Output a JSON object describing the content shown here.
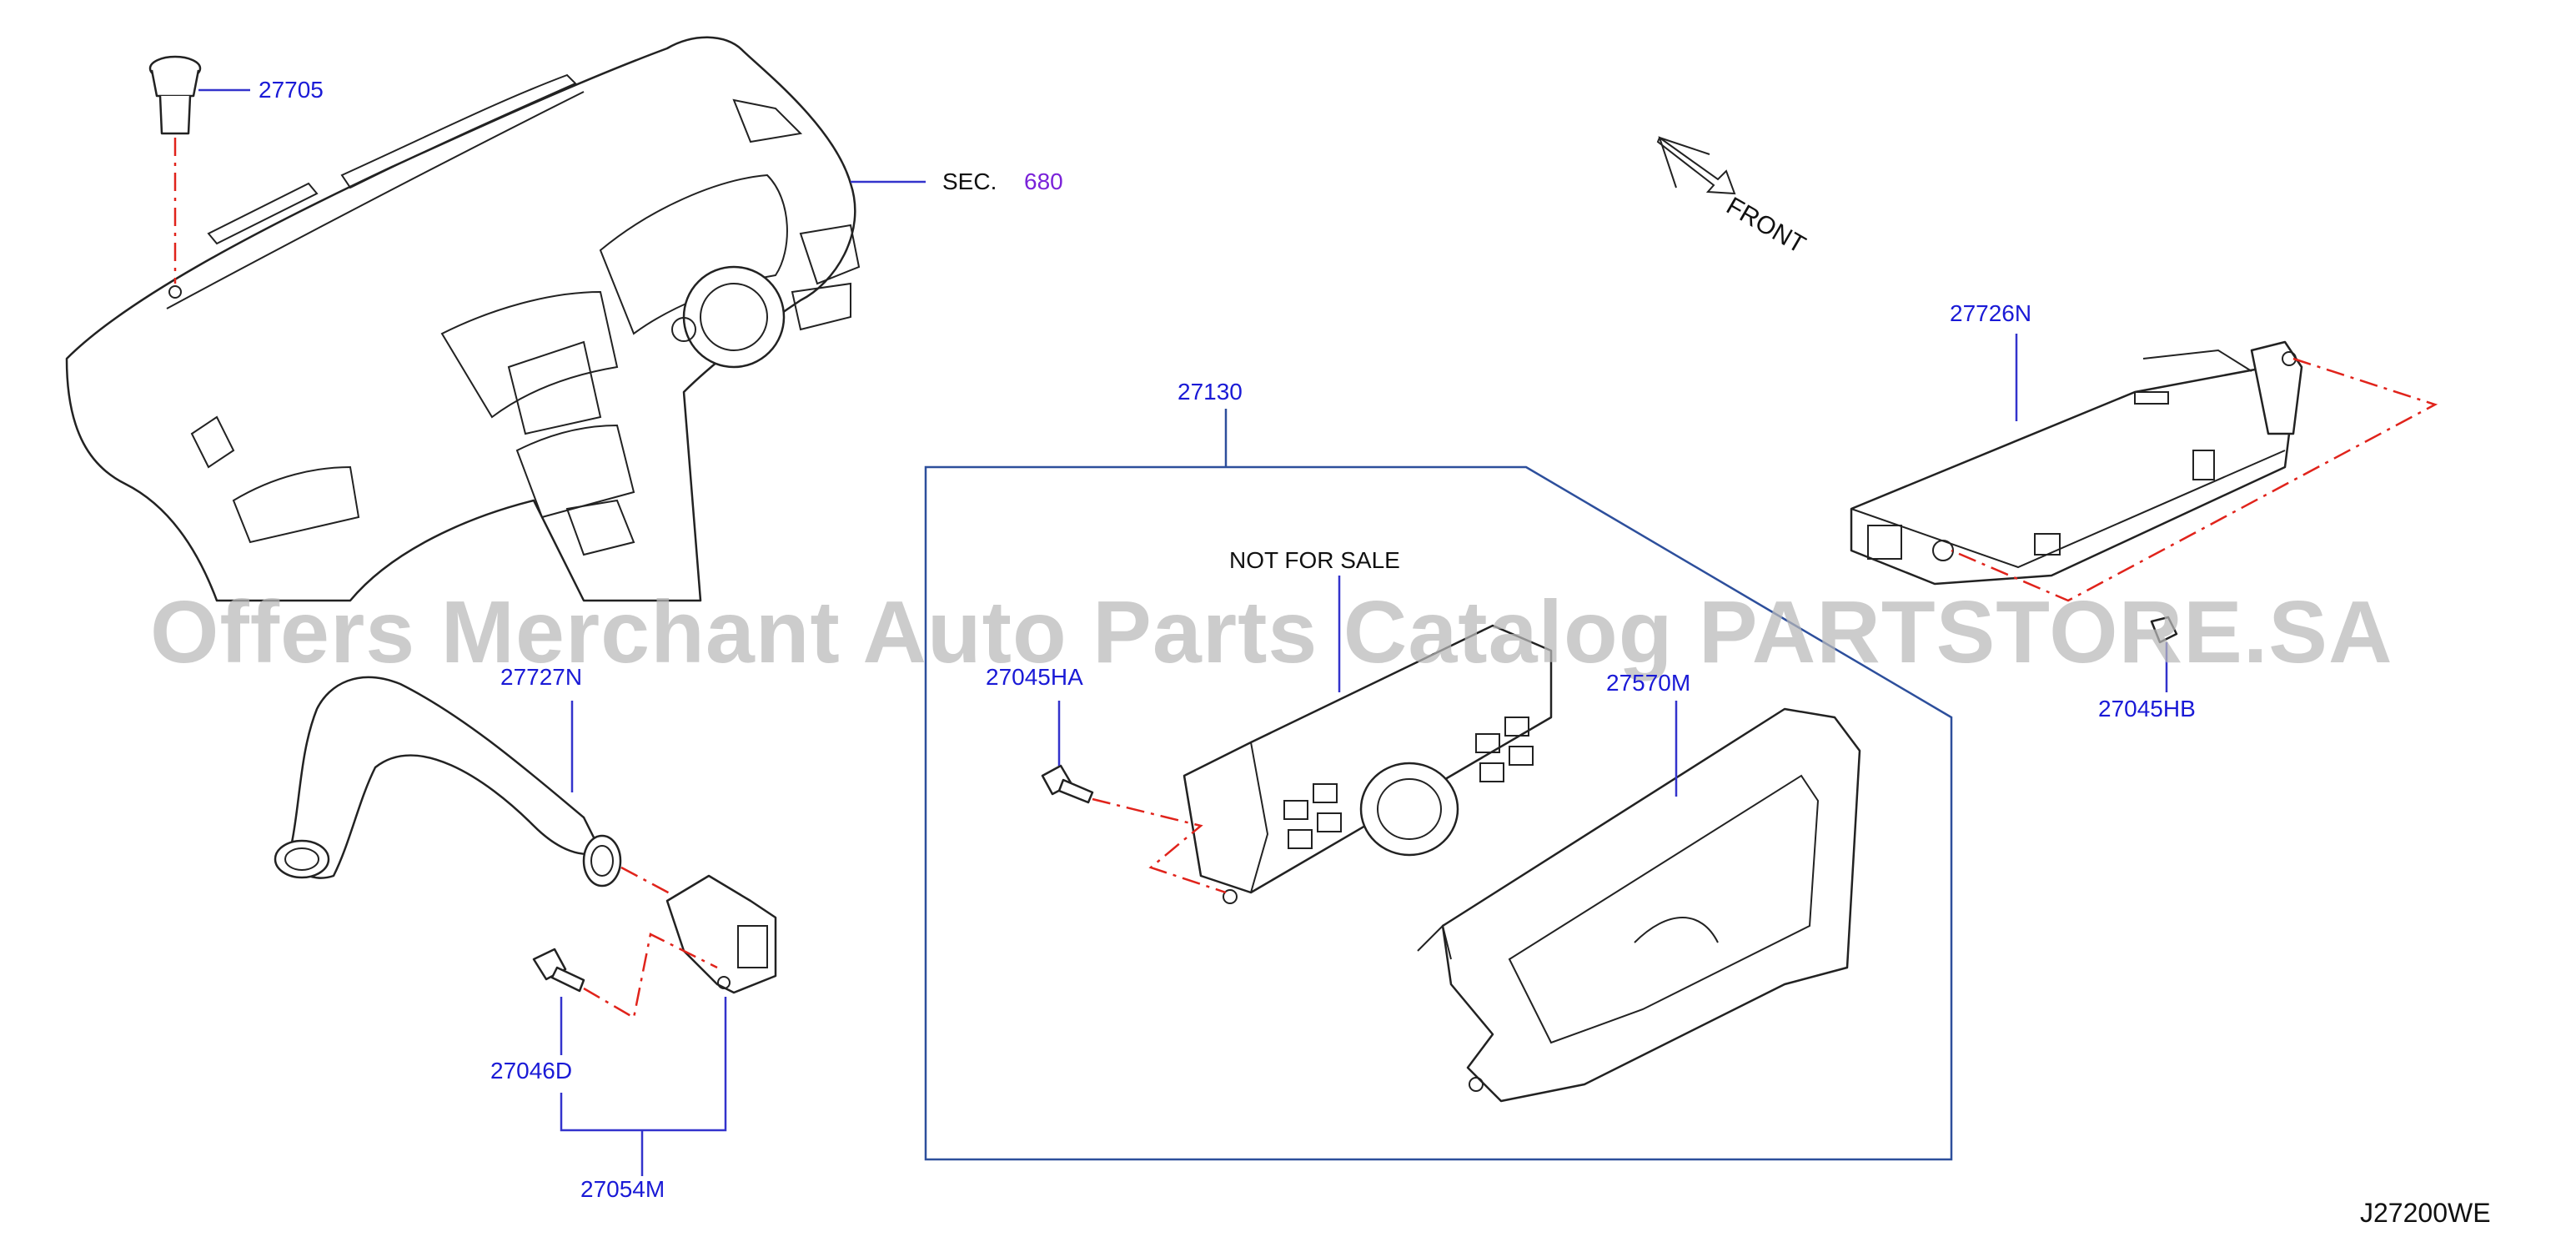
{
  "labels": {
    "p27705": "27705",
    "sec": "SEC.",
    "sec_num": "680",
    "front": "FRONT",
    "p27726N": "27726N",
    "p27130": "27130",
    "not_for_sale": "NOT  FOR  SALE",
    "p27727N": "27727N",
    "p27045HA": "27045HA",
    "p27570M": "27570M",
    "p27045HB": "27045HB",
    "p27046D": "27046D",
    "p27054M": "27054M",
    "diagram_code": "J27200WE"
  },
  "watermark": "Offers Merchant Auto Parts Catalog PARTSTORE.SA",
  "colors": {
    "callout": "#1a1ad6",
    "section_ref": "#7a22d9",
    "leader": "#3333cc",
    "group_box": "#2d4f9c",
    "alignment_line": "#e0231b",
    "watermark": "#b9b9b9"
  }
}
